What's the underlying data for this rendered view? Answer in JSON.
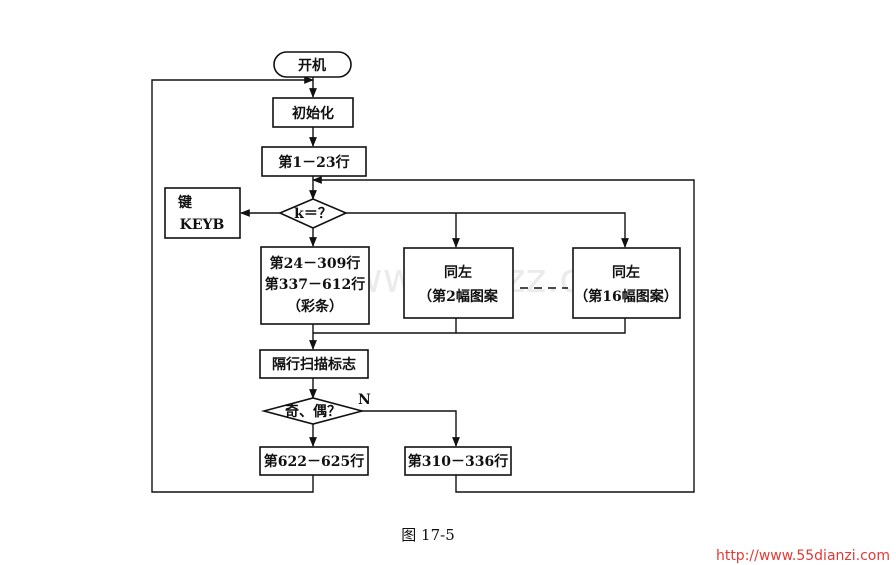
{
  "nodes": {
    "start": "开机",
    "init": "初始化",
    "lines_1_23": "第1－23行",
    "decision_k": "k＝？",
    "key": [
      "键",
      "KEYB"
    ],
    "pattern1": [
      "第24－309行",
      "第337－612行",
      "（彩条）"
    ],
    "pattern2": [
      "同左",
      "（第2幅图案"
    ],
    "pattern16": [
      "同左",
      "（第16幅图案）"
    ],
    "interlace_flag": "隔行扫描标志",
    "odd_even": "奇、偶？",
    "branch_n": "N",
    "lines_622_625": "第622－625行",
    "lines_310_336": "第310－336行"
  },
  "caption": "图 17-5",
  "watermark": {
    "url": "http://www.55dianzi.com",
    "faint": "www.cnzz.com"
  }
}
